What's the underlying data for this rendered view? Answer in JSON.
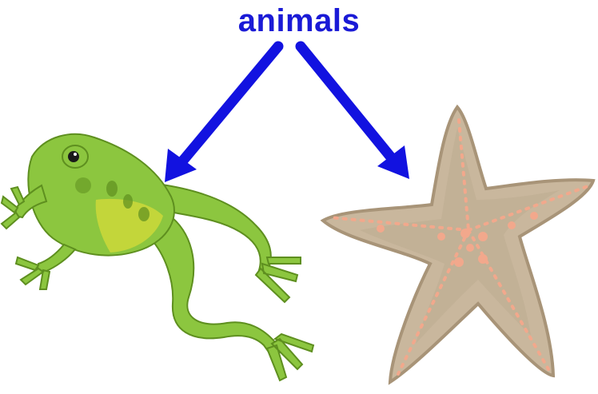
{
  "title": "animals",
  "colors": {
    "title": "#1a1ad6",
    "arrow": "#1212e0",
    "frog_body": "#8cc63f",
    "frog_dark": "#5e8f1f",
    "frog_belly": "#c3d63a",
    "starfish_body": "#c9b79d",
    "starfish_edge": "#a89478",
    "starfish_dots": "#f2a88c"
  },
  "items": [
    {
      "name": "frog",
      "icon": "frog-illustration"
    },
    {
      "name": "starfish",
      "icon": "starfish-illustration"
    }
  ]
}
